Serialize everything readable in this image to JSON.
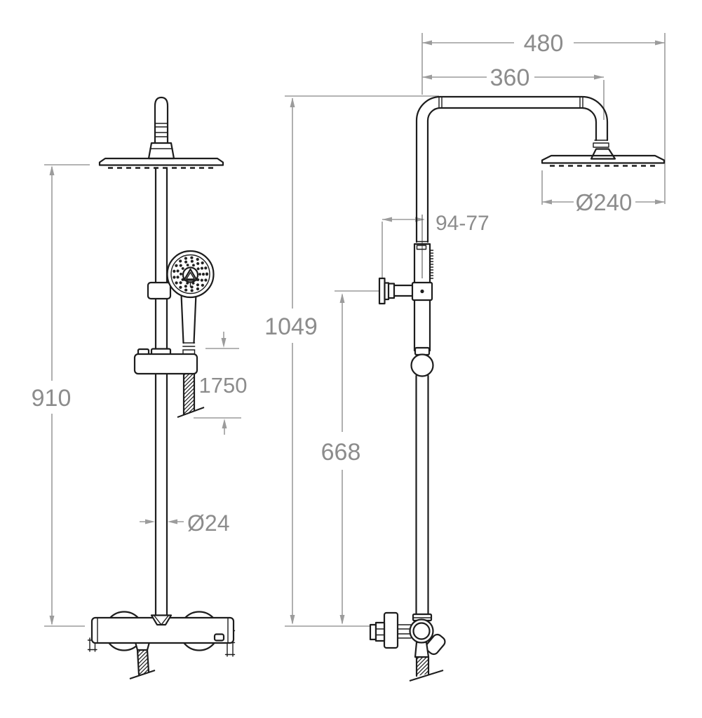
{
  "colors": {
    "line": "#1d1d1d",
    "dimension_line": "#9c9c9c",
    "dimension_text": "#8c8c8c",
    "background": "#ffffff"
  },
  "dims": {
    "front": {
      "height": "910",
      "hose_length": "1750",
      "pipe_diameter": "Ø24"
    },
    "side": {
      "overall_width": "480",
      "arm_width": "360",
      "head_diameter": "Ø240",
      "wall_distance": "94-77",
      "overall_height": "1049",
      "bracket_height": "668"
    }
  }
}
